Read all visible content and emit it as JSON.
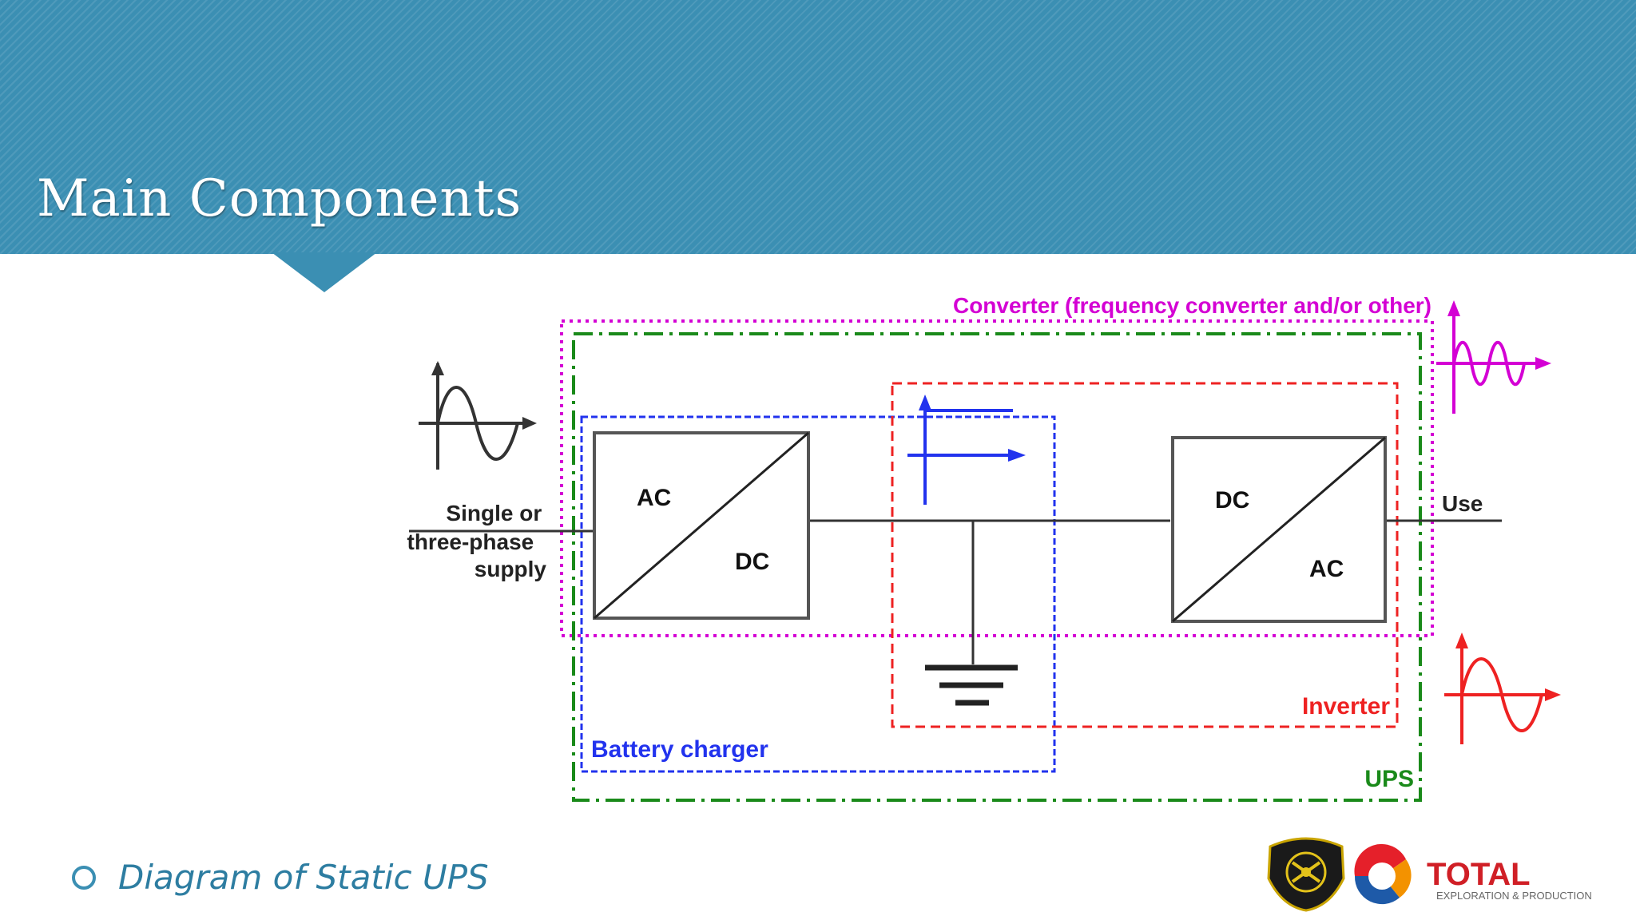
{
  "header": {
    "title": "Main Components"
  },
  "diagram": {
    "converter_label": "Converter (frequency converter and/or other)",
    "input_label": [
      "Single or",
      "three-phase",
      "supply"
    ],
    "rectifier": {
      "top": "AC",
      "bottom": "DC"
    },
    "inverter_block": {
      "top": "DC",
      "bottom": "AC"
    },
    "output_label": "Use",
    "inverter_label": "Inverter",
    "battery_charger_label": "Battery charger",
    "ups_label": "UPS",
    "colors": {
      "converter": "#d400d4",
      "ups": "#1a8a1a",
      "battery_charger": "#2233ee",
      "inverter": "#ee2222",
      "line": "#333333"
    }
  },
  "bullets": [
    {
      "text": "Diagram of Static UPS"
    }
  ],
  "logos": {
    "esdm_emblem": "esdm-emblem",
    "total_logo_icon": "total-logo-icon",
    "total_name": "TOTAL",
    "total_subtitle": "EXPLORATION & PRODUCTION"
  }
}
